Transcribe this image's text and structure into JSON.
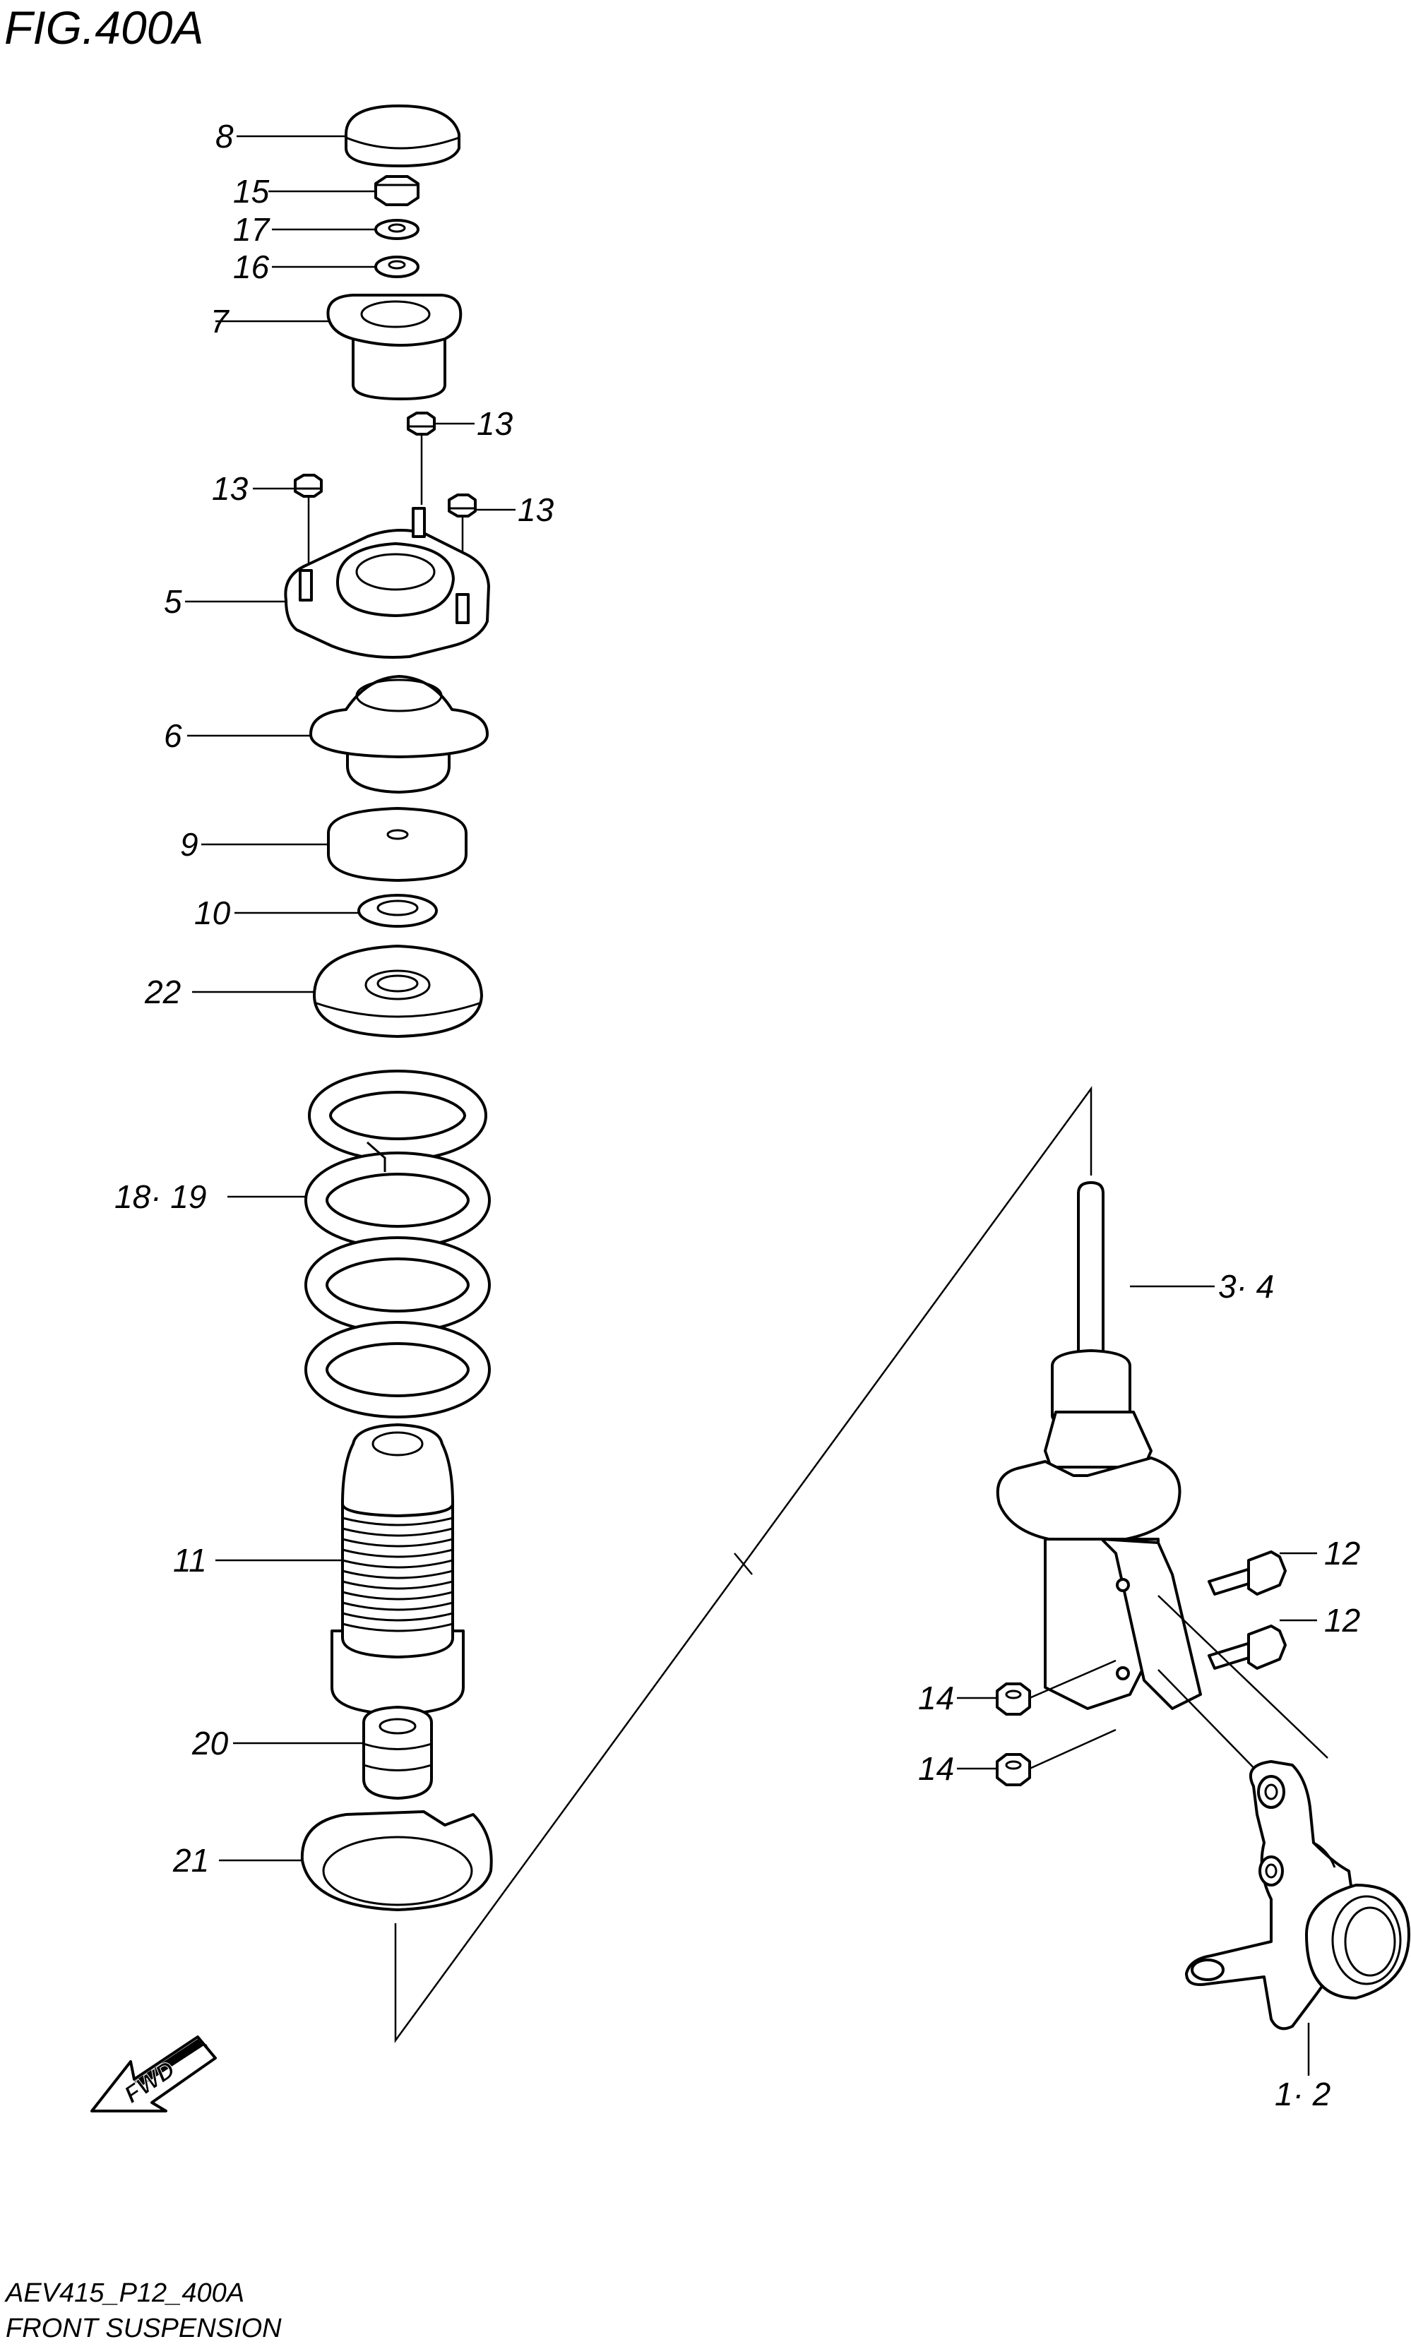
{
  "figure": {
    "title": "FIG.400A"
  },
  "footer": {
    "code": "AEV415_P12_400A",
    "section": "FRONT SUSPENSION"
  },
  "fwd_label": "FWD",
  "callouts": {
    "c8": "8",
    "c15": "15",
    "c17": "17",
    "c16": "16",
    "c7": "7",
    "c13a": "13",
    "c13b": "13",
    "c13c": "13",
    "c5": "5",
    "c6": "6",
    "c9": "9",
    "c10": "10",
    "c22": "22",
    "c18_19": "18· 19",
    "c11": "11",
    "c20": "20",
    "c21": "21",
    "c3_4": "3· 4",
    "c12a": "12",
    "c12b": "12",
    "c14a": "14",
    "c14b": "14",
    "c1_2": "1· 2"
  }
}
